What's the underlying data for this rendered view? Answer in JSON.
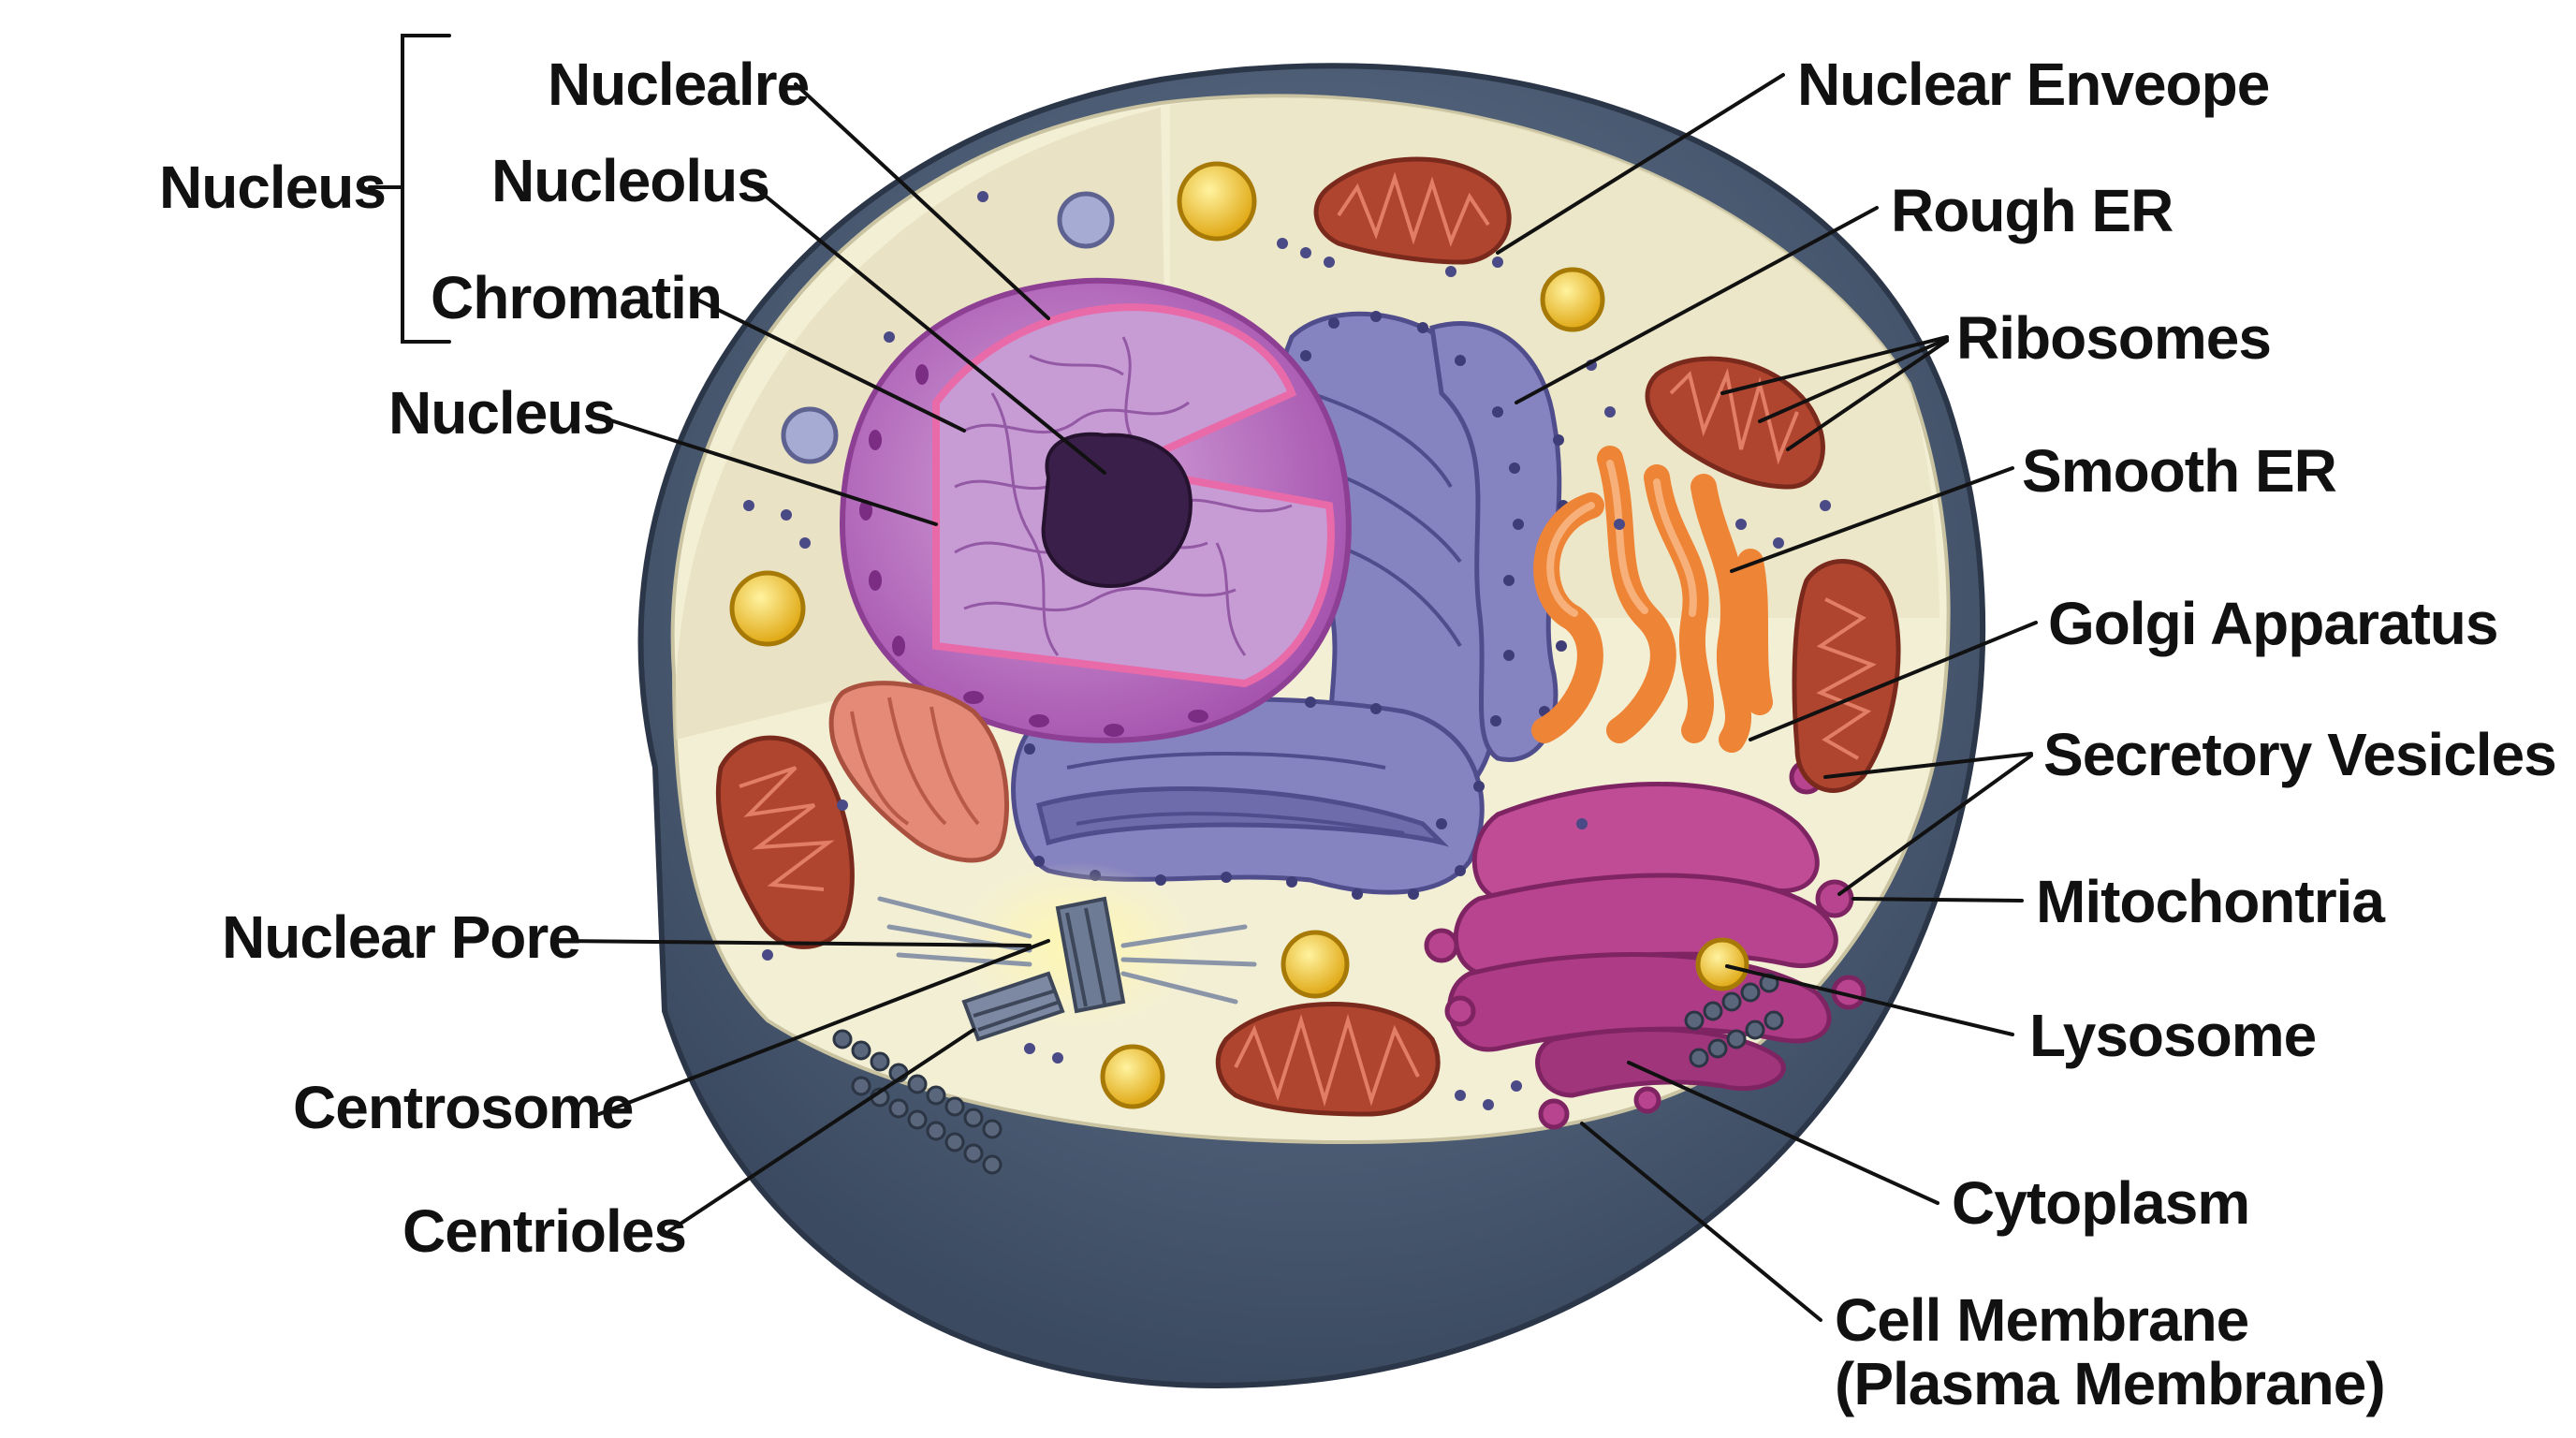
{
  "labels": {
    "nucleus_group": "Nucleus",
    "nuclealre": "Nuclealre",
    "nucleolus": "Nucleolus",
    "chromatin": "Chromatin",
    "nucleus": "Nucleus",
    "nuclear_pore": "Nuclear Pore",
    "centrosome": "Centrosome",
    "centrioles": "Centrioles",
    "nuclear_enveope": "Nuclear Enveope",
    "rough_er": "Rough ER",
    "ribosomes": "Ribosomes",
    "smooth_er": "Smooth ER",
    "golgi_apparatus": "Golgi Apparatus",
    "secretory_vesicles": "Secretory Vesicles",
    "mitochontria": "Mitochontria",
    "lysosome": "Lysosome",
    "cytoplasm": "Cytoplasm",
    "cell_membrane_line1": "Cell Membrane",
    "cell_membrane_line2": "(Plasma Membrane)"
  },
  "colors": {
    "membrane_outer": "#4a5b73",
    "cytoplasm": "#f4f0d8",
    "nucleus": "#b061b8",
    "nucleus_inner": "#c493d0",
    "nucleolus": "#3a1f4a",
    "rough_er": "#7a78b8",
    "smooth_er": "#f08a3c",
    "golgi": "#b23d8a",
    "mitochondria": "#b0452f",
    "lysosome": "#f2c62f",
    "vesicle": "#9aa0c8"
  }
}
